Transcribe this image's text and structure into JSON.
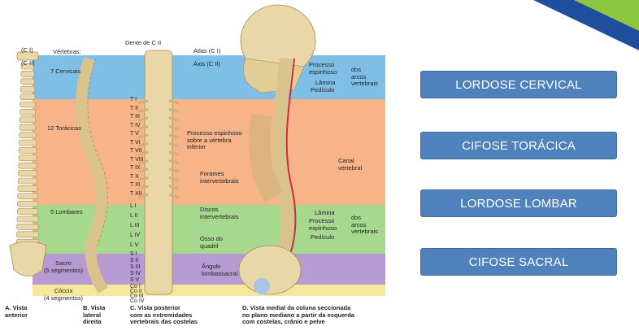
{
  "buttons": [
    {
      "label": "LORDOSE CERVICAL"
    },
    {
      "label": "CIFOSE TORÁCICA"
    },
    {
      "label": "LORDOSE LOMBAR"
    },
    {
      "label": "CIFOSE SACRAL"
    }
  ],
  "colors": {
    "button_fill": "#4f81bd",
    "corner_green": "#8dc63f",
    "corner_blue": "#1f4e9c",
    "band_cervical": "#7fbfe6",
    "band_thoracic": "#f7b489",
    "band_lumbar": "#a6d88e",
    "band_sacral": "#b79ad2",
    "band_coccyx": "#f6e79a"
  },
  "figure": {
    "labels": {
      "ci": "(C I)",
      "cii": "(C II)",
      "vertebras": "Vértebras:",
      "cervicais": "7 Cervicais",
      "toracicas": "12 Torácicas",
      "lombares": "5 Lombares",
      "sacro": "Sacro\n(5 segmentos)",
      "coccix": "Cóccix\n(4 segmentos)",
      "dente": "Dente de C II",
      "atlas": "Atlas (C I)",
      "axis": "Áxis (C II)",
      "processo_esp_top": "Processo\nespinhoso",
      "lamina_top": "Lâmina",
      "pediculo_top": "Pedículo",
      "dos_arcos_top": "dos\narcos\nvertebrais",
      "processo_esp_mid": "Processo espinhoso\nsobre a vértebra\ninferior",
      "forames": "Forames\nintervertebrais",
      "canal": "Canal\nvertebral",
      "discos": "Discos\nintervertebrais",
      "lamina_low": "Lâmina",
      "processo_esp_low": "Processo\nespinhoso",
      "pediculo_low": "Pedículo",
      "dos_arcos_low": "dos\narcos\nvertebrais",
      "osso_quadril": "Osso do\nquadril",
      "angulo": "Ângulo\nlombossacral",
      "thoracic_ticks": [
        "T I",
        "T II",
        "T III",
        "T IV",
        "T V",
        "T VI",
        "T VII",
        "T VIII",
        "T IX",
        "T X",
        "T XI",
        "T XII"
      ],
      "lumbar_ticks": [
        "L I",
        "L II",
        "L III",
        "L IV",
        "L V"
      ],
      "sacral_ticks": [
        "S I",
        "S II",
        "S III",
        "S IV",
        "S V"
      ],
      "coccyx_ticks": [
        "Co I",
        "Co II",
        "Co III",
        "Co IV"
      ]
    },
    "captions": {
      "a": "A. Vista\nanterior",
      "b": "B. Vista\nlateral\ndireita",
      "c": "C. Vista posterior\ncom as extremidades\nvertebrais das costelas",
      "d": "D. Vista medial da coluna seccionada\nno plano mediano a partir da esquerda\ncom costelas, crânio e pelve"
    }
  }
}
